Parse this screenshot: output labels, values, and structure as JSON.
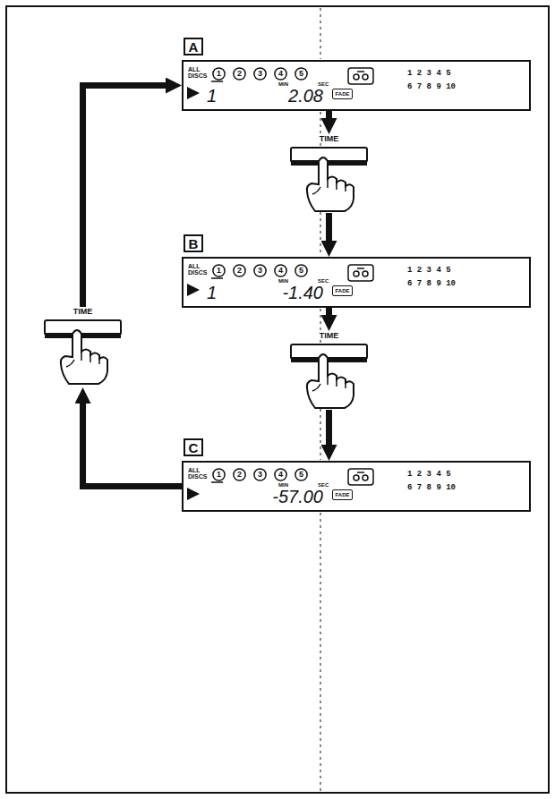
{
  "diagram": {
    "nodes": [
      {
        "text": [
          "A"
        ]
      },
      {
        "text": [
          "ALL DISCS",
          "MIN",
          "SEC",
          "1 2 3 4 5 6 7 8 9 10",
          "1",
          "2.08"
        ]
      },
      {
        "text": [
          "1"
        ],
        "in": 1
      },
      {
        "text": [
          "2"
        ],
        "in": 1
      },
      {
        "text": [
          "3"
        ],
        "in": 1
      },
      {
        "text": [
          "4"
        ],
        "in": 1
      },
      {
        "text": [
          "5"
        ],
        "in": 1
      },
      {
        "text": [
          "FADE"
        ],
        "in": 1
      },
      {
        "text": [
          "TIME"
        ]
      },
      {
        "text": [
          "B"
        ]
      },
      {
        "text": [
          "ALL DISCS",
          "MIN",
          "SEC",
          "1 2 3 4 5 6 7 8 9 10",
          "1",
          "-1.40"
        ]
      },
      {
        "text": [
          "1"
        ],
        "in": 10
      },
      {
        "text": [
          "2"
        ],
        "in": 10
      },
      {
        "text": [
          "3"
        ],
        "in": 10
      },
      {
        "text": [
          "4"
        ],
        "in": 10
      },
      {
        "text": [
          "5"
        ],
        "in": 10
      },
      {
        "text": [
          "FADE"
        ],
        "in": 10
      },
      {
        "text": [
          "TIME"
        ]
      },
      {
        "text": [
          "C"
        ]
      },
      {
        "text": [
          "ALL DISCS",
          "MIN",
          "SEC",
          "1 2 3 4 5 6 7 8 9 10",
          "-57.00"
        ]
      },
      {
        "text": [
          "1"
        ],
        "in": 19
      },
      {
        "text": [
          "2"
        ],
        "in": 19
      },
      {
        "text": [
          "3"
        ],
        "in": 19
      },
      {
        "text": [
          "4"
        ],
        "in": 19
      },
      {
        "text": [
          "5"
        ],
        "in": 19
      },
      {
        "text": [
          "FADE"
        ],
        "in": 19
      },
      {
        "text": [
          "TIME"
        ]
      }
    ],
    "edges": [
      {
        "from": 1,
        "to": 8,
        "arrow": "to"
      },
      {
        "from": 8,
        "to": 10,
        "arrow": "to"
      },
      {
        "from": 10,
        "to": 17,
        "arrow": "to"
      },
      {
        "from": 17,
        "to": 19,
        "arrow": "to"
      },
      {
        "from": 19,
        "to": 26,
        "arrow": "to"
      },
      {
        "from": 26,
        "to": 1,
        "arrow": "to"
      }
    ]
  }
}
